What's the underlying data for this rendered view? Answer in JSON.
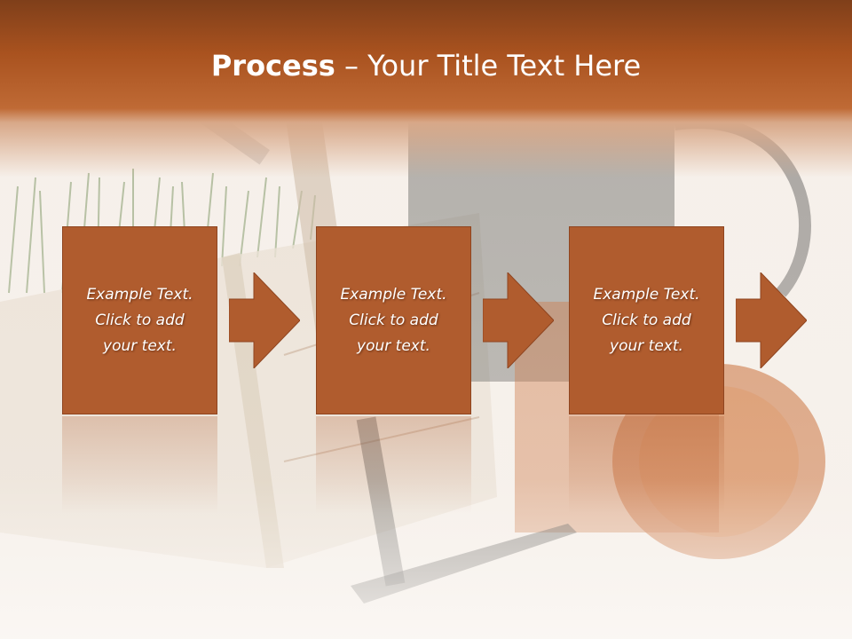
{
  "slide": {
    "title_bold": "Process",
    "title_rest": " – Your Title Text Here"
  },
  "steps": [
    {
      "text": "Example Text.\nClick  to add\nyour text."
    },
    {
      "text": "Example Text.\nClick  to add\nyour text."
    },
    {
      "text": "Example Text.\nClick  to add\nyour text."
    }
  ],
  "colors": {
    "header": "#a9521f",
    "step_fill": "#b05c2e",
    "text": "#ffffff"
  },
  "icons": [
    "arrow-right-icon"
  ]
}
